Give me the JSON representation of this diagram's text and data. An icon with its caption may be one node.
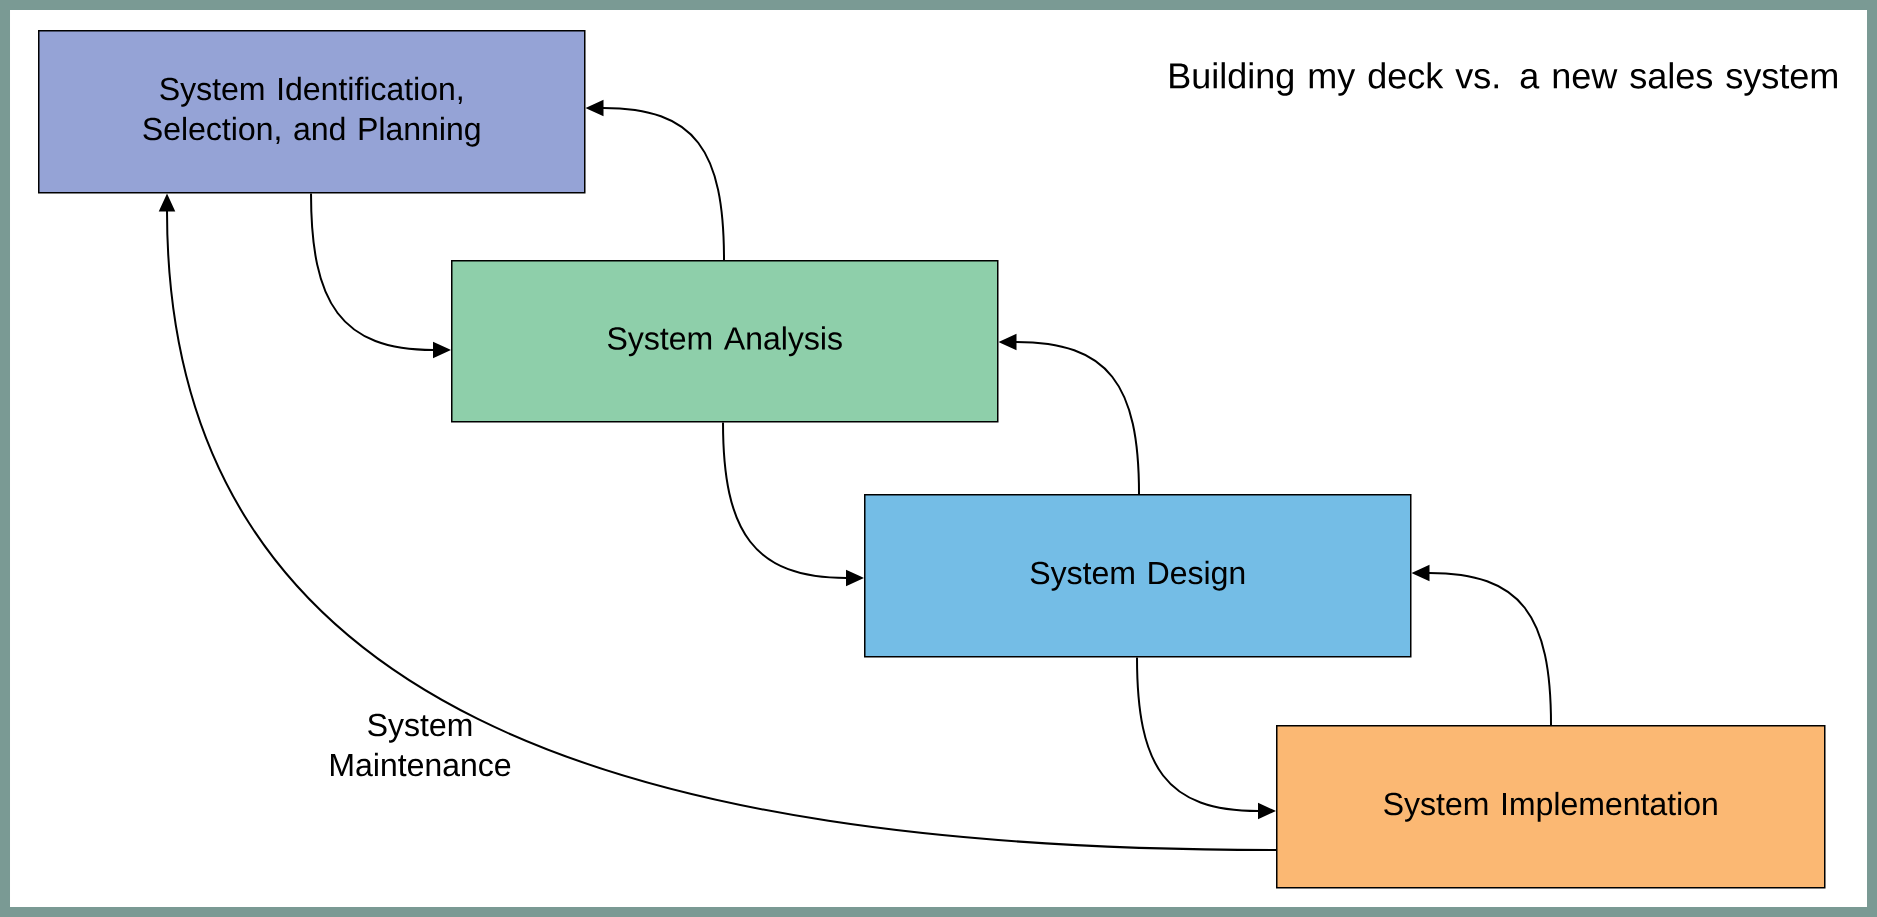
{
  "diagram": {
    "title": "Building my deck vs. a new sales system",
    "nodes": [
      {
        "text": [
          "System Identification, Selection, and Planning"
        ]
      },
      {
        "text": [
          "System Analysis"
        ]
      },
      {
        "text": [
          "System Design"
        ]
      },
      {
        "text": [
          "System Implementation"
        ]
      }
    ],
    "edges": [
      {
        "from": 0,
        "to": 1,
        "arrow": "to"
      },
      {
        "from": 1,
        "to": 0,
        "arrow": "to"
      },
      {
        "from": 1,
        "to": 2,
        "arrow": "to"
      },
      {
        "from": 2,
        "to": 1,
        "arrow": "to"
      },
      {
        "from": 2,
        "to": 3,
        "arrow": "to"
      },
      {
        "from": 3,
        "to": 2,
        "arrow": "to"
      },
      {
        "from": 3,
        "to": 0,
        "arrow": "to",
        "label": "System Maintenance"
      }
    ]
  }
}
